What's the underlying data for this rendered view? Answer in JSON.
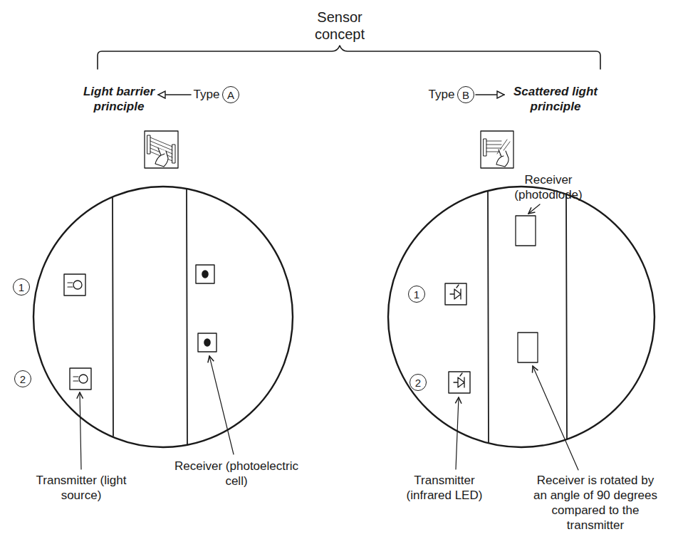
{
  "diagram": {
    "title": "Sensor concept",
    "nodes": [
      {
        "text": [
          "A"
        ]
      },
      {
        "text": [
          "B"
        ]
      },
      {
        "text": [
          "1"
        ]
      },
      {
        "text": [
          "2"
        ]
      },
      {
        "text": [
          "1"
        ]
      },
      {
        "text": [
          "2"
        ]
      }
    ],
    "labels": [
      "Light barrier principle",
      "Type",
      "Type",
      "Scattered light principle",
      "Receiver (photodiode)",
      "Transmitter (light source)",
      "Receiver (photoelectric cell)",
      "Transmitter (infrared LED)",
      "Receiver is rotated by an angle of 90 degrees compared to the transmitter"
    ]
  }
}
